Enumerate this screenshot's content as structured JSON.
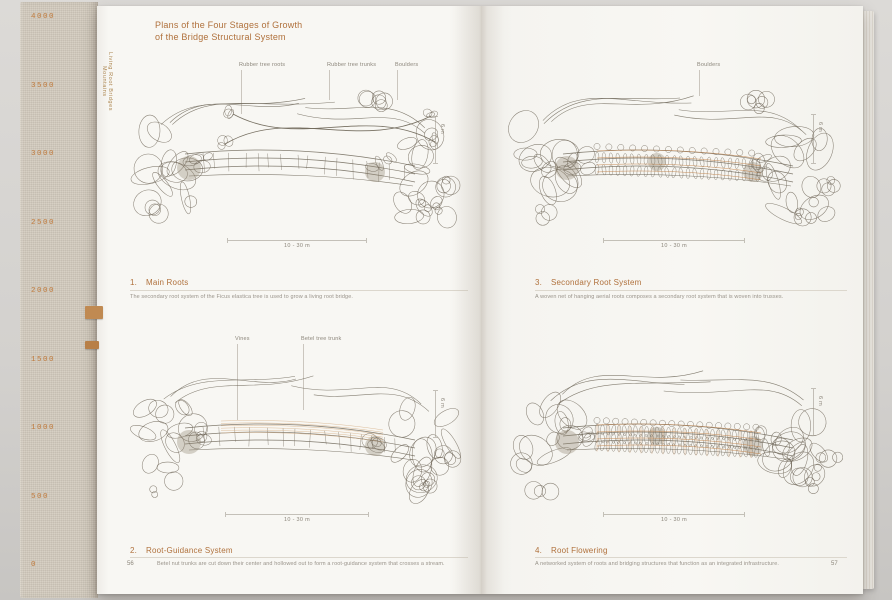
{
  "cover": {
    "scale_marks": [
      "4000",
      "3500",
      "3000",
      "2500",
      "2000",
      "1500",
      "1000",
      "500",
      "0"
    ]
  },
  "left_page": {
    "title_line1": "Plans of the Four Stages of Growth",
    "title_line2": "of the Bridge Structural System",
    "spine_text_primary": "Living Root Bridges",
    "spine_text_secondary": "Mountains",
    "page_number": "56",
    "sections": [
      {
        "number": "1.",
        "heading": "Main Roots",
        "caption": "The secondary root system of the Ficus elastica tree is used to grow a living root bridge.",
        "labels": [
          "Rubber tree roots",
          "Rubber tree trunks",
          "Boulders"
        ],
        "dim_h": "10 - 30 m",
        "dim_v": "6 m"
      },
      {
        "number": "2.",
        "heading": "Root-Guidance System",
        "caption": "Betel nut trunks are cut down their center and hollowed out to form a root-guidance system that crosses a stream.",
        "labels": [
          "Vines",
          "Betel tree trunk"
        ],
        "dim_h": "10 - 30 m",
        "dim_v": "6 m"
      }
    ]
  },
  "right_page": {
    "page_number": "57",
    "sections": [
      {
        "number": "3.",
        "heading": "Secondary Root System",
        "caption": "A woven net of hanging aerial roots composes a secondary root system that is woven into trusses.",
        "labels": [
          "Boulders"
        ],
        "dim_h": "10 - 30 m",
        "dim_v": "6 m"
      },
      {
        "number": "4.",
        "heading": "Root Flowering",
        "caption": "A networked system of roots and bridging structures that function as an integrated infrastructure.",
        "labels": [],
        "dim_h": "10 - 30 m",
        "dim_v": "6 m"
      }
    ]
  },
  "colors": {
    "accent": "#b0713c",
    "ink": "#6f6759",
    "weave": "#c2854e",
    "scale": "#c07a3c"
  }
}
